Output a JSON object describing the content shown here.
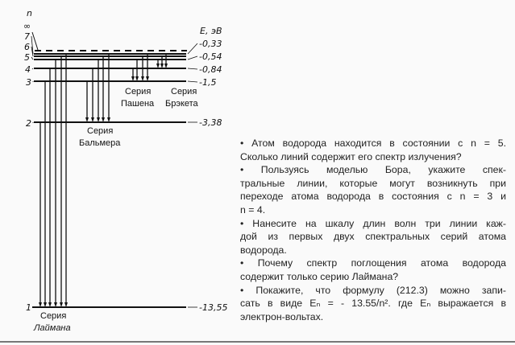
{
  "diagram": {
    "axis_n_label": "n",
    "axis_e_label": "E, эВ",
    "infinity": "∞",
    "levels": [
      {
        "n": "7",
        "energy": "-0,33"
      },
      {
        "n": "6",
        "energy": ""
      },
      {
        "n": "5",
        "energy": "-0,54"
      },
      {
        "n": "4",
        "energy": "-0,84"
      },
      {
        "n": "3",
        "energy": "-1,5"
      },
      {
        "n": "2",
        "energy": "-3,38"
      },
      {
        "n": "1",
        "energy": "-13,55"
      }
    ],
    "series": {
      "lyman": [
        "Серия",
        "Лаймана"
      ],
      "balmer": [
        "Серия",
        "Бальмера"
      ],
      "paschen": [
        "Серия",
        "Пашена"
      ],
      "brackett": [
        "Серия",
        "Брэкета"
      ]
    }
  },
  "questions": [
    {
      "text": "•  Атом водорода находится в состоянии с n = 5.",
      "j": true
    },
    {
      "text": "Сколько линий содержит его спектр излучения?",
      "j": false
    },
    {
      "text": "• Пользуясь моделью Бора, укажите спек-",
      "j": true
    },
    {
      "text": "тральные линии, которые могут возникнуть при",
      "j": true
    },
    {
      "text": "переходе атома водорода в состояния с n = 3 и",
      "j": true
    },
    {
      "text": "n = 4.",
      "j": false
    },
    {
      "text": "• Нанесите на шкалу длин волн три линии каж-",
      "j": true
    },
    {
      "text": "дой из первых двух спектральных серий атома",
      "j": true
    },
    {
      "text": "водорода.",
      "j": false
    },
    {
      "text": "• Почему спектр поглощения атома водорода",
      "j": true
    },
    {
      "text": "содержит только серию Лаймана?",
      "j": false
    },
    {
      "text": "• Покажите, что формулу (212.3) можно запи-",
      "j": true
    },
    {
      "text": "сать в виде Eₙ = - 13.55/n². где Eₙ выражается в",
      "j": true
    },
    {
      "text": "электрон-вольтах.",
      "j": false
    }
  ]
}
